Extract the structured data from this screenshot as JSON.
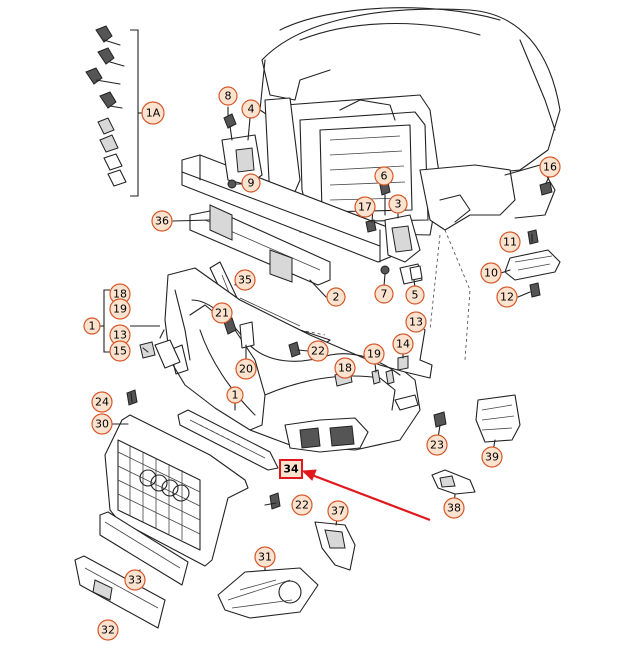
{
  "callouts": {
    "c1A": "1A",
    "c8": "8",
    "c4": "4",
    "c9": "9",
    "c16": "16",
    "c6": "6",
    "c3": "3",
    "c17": "17",
    "c36": "36",
    "c11": "11",
    "c10": "10",
    "c12": "12",
    "c7": "7",
    "c5": "5",
    "c35": "35",
    "c2": "2",
    "c18a": "18",
    "c19a": "19",
    "c1a": "1",
    "c13a": "13",
    "c15": "15",
    "c21": "21",
    "c22a": "22",
    "c20": "20",
    "c18b": "18",
    "c19b": "19",
    "c14": "14",
    "c13b": "13",
    "c1b": "1",
    "c24": "24",
    "c30": "30",
    "c23": "23",
    "c39": "39",
    "c34": "34",
    "c38": "38",
    "c22b": "22",
    "c37": "37",
    "c31": "31",
    "c33": "33",
    "c32": "32"
  },
  "highlight": {
    "part": "34",
    "color": "#e0181e"
  },
  "colors": {
    "callout_fill": "#fbe3cf",
    "callout_stroke": "#d4582a",
    "arrow": "#e0181e"
  }
}
